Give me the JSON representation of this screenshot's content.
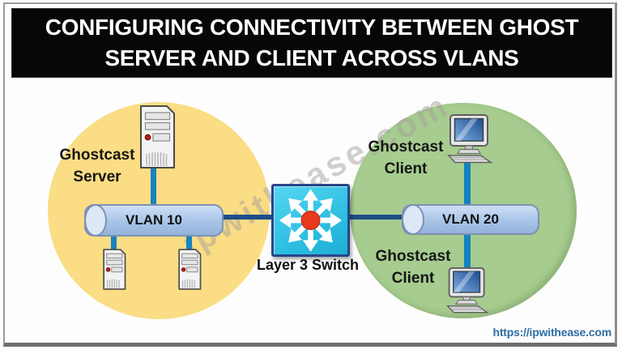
{
  "title": {
    "line1": "CONFIGURING CONNECTIVITY BETWEEN GHOST",
    "line2": "SERVER AND CLIENT ACROSS VLANS"
  },
  "watermark": "ipwithease.com",
  "left_zone": {
    "server_label": "Ghostcast Server",
    "vlan_label": "VLAN 10"
  },
  "switch": {
    "label": "Layer 3 Switch"
  },
  "right_zone": {
    "vlan_label": "VLAN 20",
    "clients": [
      {
        "label": "Ghostcast Client"
      },
      {
        "label": "Ghostcast Client"
      }
    ]
  },
  "footer": {
    "url": "https://ipwithease.com"
  },
  "icons": {
    "server": "server-tower-icon",
    "client": "desktop-computer-icon",
    "switch": "layer3-switch-icon"
  },
  "colors": {
    "banner_bg": "#070707",
    "banner_text": "#ffffff",
    "vlan10_zone_fill": "#fadd84",
    "vlan20_zone_fill": "#a6cc8f",
    "cylinder_fill": "#a7c4e8",
    "cylinder_border": "#7d90b4",
    "trunk_line": "#1d4e89",
    "access_line": "#1583c0",
    "switch_fill": "#29bbdf",
    "switch_border": "#27458a",
    "switch_dot": "#e8391d",
    "label_text": "#161616",
    "url_text": "#2e6da4",
    "watermark_text": "#a5a099"
  }
}
